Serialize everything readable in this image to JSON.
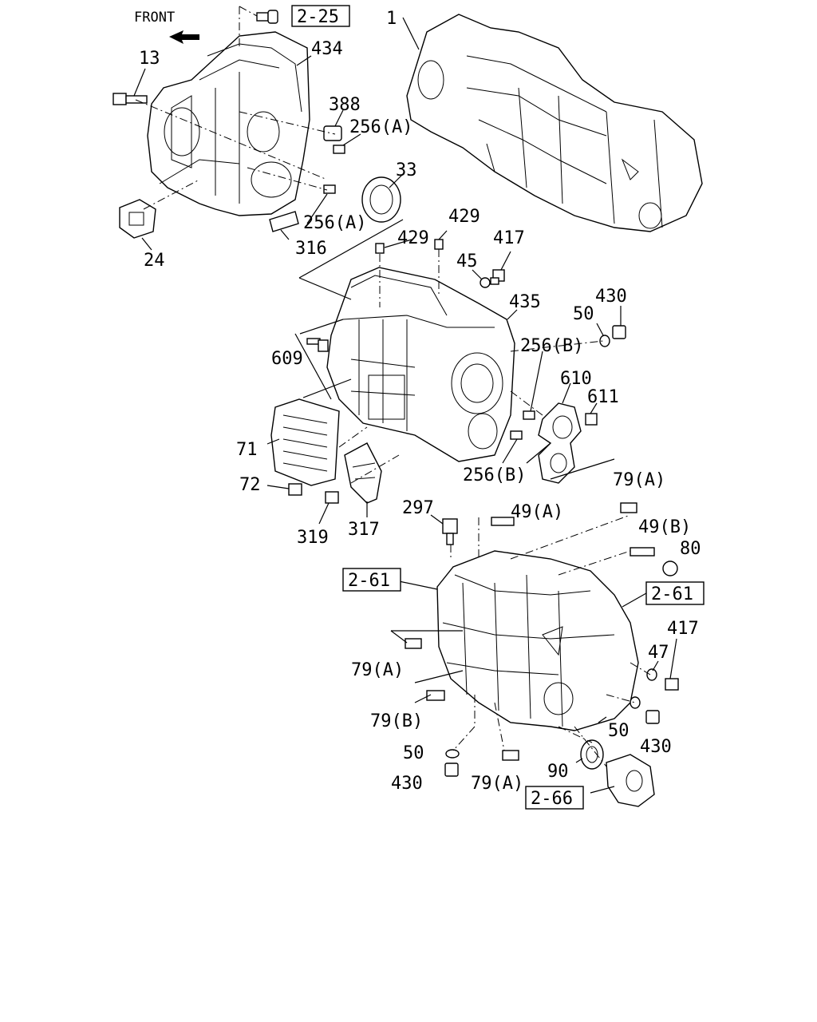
{
  "front_label": "FRONT",
  "refs": {
    "r225": "2-25",
    "r261a": "2-61",
    "r261b": "2-61",
    "r266": "2-66"
  },
  "callouts": {
    "c1": "1",
    "c13": "13",
    "c434": "434",
    "c388": "388",
    "c256a1": "256(A)",
    "c33": "33",
    "c256a2": "256(A)",
    "c316": "316",
    "c24": "24",
    "c429a": "429",
    "c429b": "429",
    "c417a": "417",
    "c45": "45",
    "c435": "435",
    "c430a": "430",
    "c50a": "50",
    "c256b1": "256(B)",
    "c609": "609",
    "c610": "610",
    "c611": "611",
    "c71": "71",
    "c256b2": "256(B)",
    "c72": "72",
    "c79a1": "79(A)",
    "c319": "319",
    "c317": "317",
    "c297": "297",
    "c49a": "49(A)",
    "c49b": "49(B)",
    "c80": "80",
    "c79a2": "79(A)",
    "c417b": "417",
    "c47": "47",
    "c79b": "79(B)",
    "c50b": "50",
    "c430b": "430",
    "c50c": "50",
    "c90": "90",
    "c430c": "430",
    "c79a3": "79(A)"
  }
}
